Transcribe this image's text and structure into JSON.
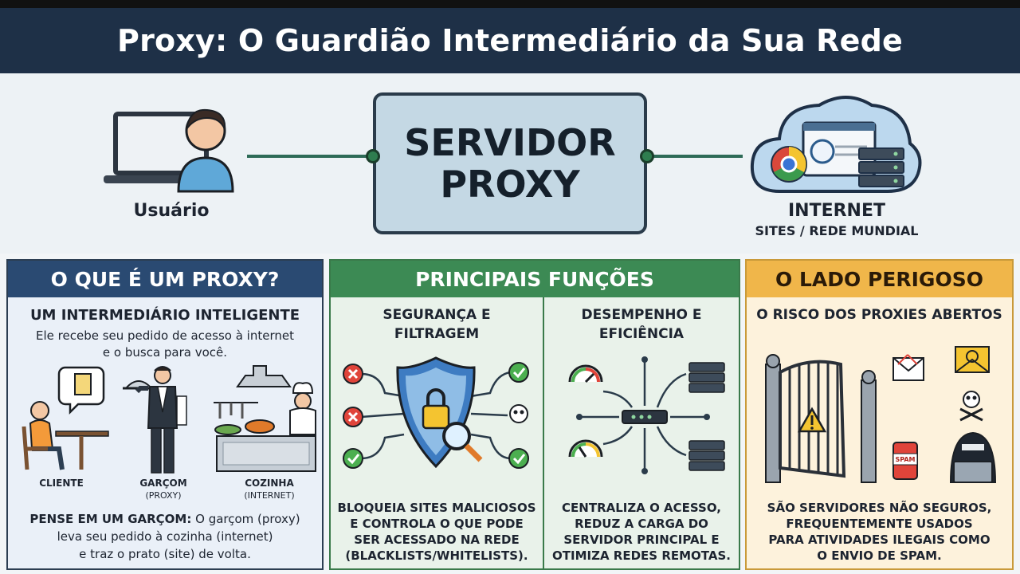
{
  "title": "Proxy: O Guardião Intermediário da Sua Rede",
  "top": {
    "user_label": "Usuário",
    "proxy_line1": "SERVIDOR",
    "proxy_line2": "PROXY",
    "internet_label": "INTERNET",
    "internet_sub": "SITES / REDE MUNDIAL"
  },
  "what": {
    "header": "O QUE É UM PROXY?",
    "subtitle": "UM INTERMEDIÁRIO INTELIGENTE",
    "desc_line1": "Ele recebe seu pedido de acesso à internet",
    "desc_line2": "e o busca para você.",
    "fig_client": "CLIENTE",
    "fig_waiter": "GARÇOM",
    "fig_waiter_sub": "(PROXY)",
    "fig_kitchen": "COZINHA",
    "fig_kitchen_sub": "(INTERNET)",
    "analogy_lead": "PENSE EM UM GARÇOM:",
    "analogy_line1": " O garçom (proxy)",
    "analogy_line2": "leva seu pedido à cozinha (internet)",
    "analogy_line3": "e traz o prato (site) de volta."
  },
  "functions": {
    "header": "PRINCIPAIS FUNÇÕES",
    "sec_title1": "SEGURANÇA E",
    "sec_title2": "FILTRAGEM",
    "sec_text1": "BLOQUEIA SITES MALICIOSOS",
    "sec_text2": "E CONTROLA O QUE PODE",
    "sec_text3": "SER ACESSADO NA REDE",
    "sec_text4": "(BLACKLISTS/WHITELISTS).",
    "perf_title1": "DESEMPENHO E",
    "perf_title2": "EFICIÊNCIA",
    "perf_text1": "CENTRALIZA O ACESSO,",
    "perf_text2": "REDUZ A CARGA DO",
    "perf_text3": "SERVIDOR PRINCIPAL E",
    "perf_text4": "OTIMIZA REDES REMOTAS."
  },
  "danger": {
    "header": "O LADO PERIGOSO",
    "subtitle": "O RISCO DOS PROXIES ABERTOS",
    "spam_label": "SPAM",
    "text1": "SÃO SERVIDORES NÃO SEGUROS,",
    "text2": "FREQUENTEMENTE USADOS",
    "text3": "PARA ATIVIDADES ILEGAIS COMO",
    "text4": "O ENVIO DE SPAM."
  },
  "colors": {
    "title_bar": "#1e3047",
    "what_header": "#2a4a72",
    "functions_header": "#3c8a54",
    "danger_header": "#f0b64a"
  }
}
